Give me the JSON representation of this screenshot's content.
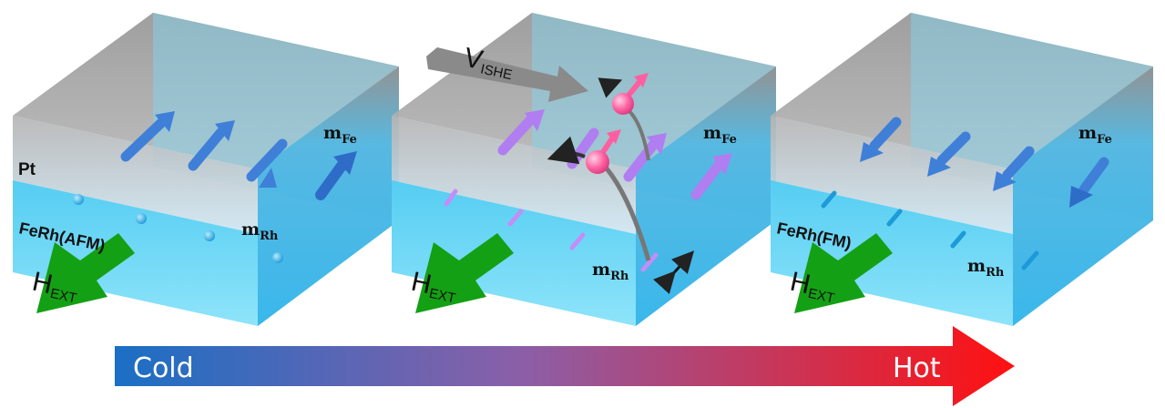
{
  "panels": [
    {
      "pt_label": "Pt",
      "ferh_label": "FeRh(AFM)",
      "m_fe": {
        "base": "m",
        "sub": "Fe"
      },
      "m_rh": {
        "base": "m",
        "sub": "Rh"
      },
      "h_ext": {
        "base": "H",
        "sub": "EXT"
      }
    },
    {
      "v_ishe": {
        "base": "V",
        "sub": "ISHE"
      },
      "m_fe": {
        "base": "m",
        "sub": "Fe"
      },
      "m_rh": {
        "base": "m",
        "sub": "Rh"
      },
      "h_ext": {
        "base": "H",
        "sub": "EXT"
      }
    },
    {
      "ferh_label": "FeRh(FM)",
      "m_fe": {
        "base": "m",
        "sub": "Fe"
      },
      "m_rh": {
        "base": "m",
        "sub": "Rh"
      },
      "h_ext": {
        "base": "H",
        "sub": "EXT"
      }
    }
  ],
  "temperature_bar": {
    "left_label": "Cold",
    "right_label": "Hot",
    "colors": {
      "cold": "#1a6fc4",
      "mid": "#8b5fa8",
      "hot": "#ff1010"
    }
  },
  "colors": {
    "pt_layer": "#a9a9a9",
    "ferh_layer": "#6fd3f5",
    "fe_moment_blue": "#3f7fd8",
    "fe_moment_violet": "#b07ef0",
    "rh_moment_violet": "#c28ef5",
    "electron": "#ff5fa0",
    "h_ext_arrow": "#14a014"
  }
}
